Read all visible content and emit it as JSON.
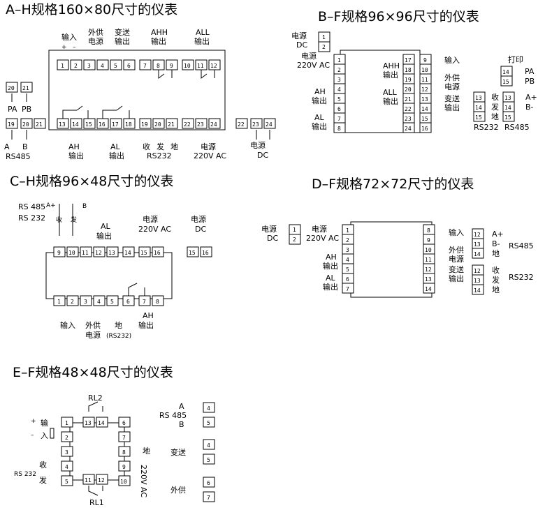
{
  "titles": {
    "ah": "A–H规格160×80尺寸的仪表",
    "bf": "B–F规格96×96尺寸的仪表",
    "ch": "C–H规格96×48尺寸的仪表",
    "df": "D–F规格72×72尺寸的仪表",
    "ef": "E–F规格48×48尺寸的仪表"
  },
  "labels": {
    "input": "输入",
    "input_a": "输",
    "input_b": "入",
    "aux_power_a": "外供",
    "aux_power_b": "电源",
    "transmit_a": "变送",
    "transmit_b": "输出",
    "ahh_a": "AHH",
    "all_a": "ALL",
    "ah_a": "AH",
    "al_a": "AL",
    "output": "输出",
    "power": "电源",
    "ac220": "220V AC",
    "ac220_v": "220V AC",
    "dc": "DC",
    "rx": "收",
    "tx": "发",
    "gnd": "地",
    "rs232": "RS232",
    "rs232_sp": "RS 232",
    "rs485": "RS485",
    "rs485_sp": "RS 485",
    "rs232_paren": "(RS232)",
    "print": "打印",
    "pa": "PA",
    "pb": "PB",
    "a_plus": "A+",
    "a": "A",
    "b_minus": "B-",
    "b": "B",
    "plus": "+",
    "minus": "–",
    "aux_power": "外供",
    "rl1": "RL1",
    "rl2": "RL2"
  }
}
